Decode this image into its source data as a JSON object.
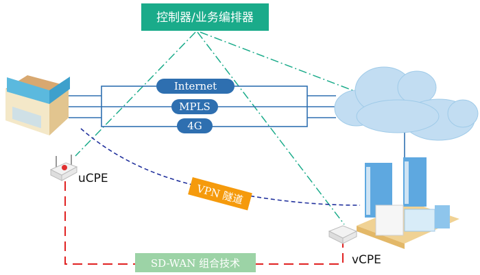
{
  "controller": {
    "label": "控制器/业务编排器",
    "color": "#1aab8a"
  },
  "links": [
    {
      "label": "Internet"
    },
    {
      "label": "MPLS"
    },
    {
      "label": "4G"
    }
  ],
  "link_color": "#2e6fb0",
  "vpn": {
    "label": "VPN 隧道",
    "color": "#f59a0c"
  },
  "sdwan": {
    "label": "SD-WAN 组合技术",
    "color": "#9cd3a6"
  },
  "ucpe": {
    "label": "uCPE"
  },
  "vcpe": {
    "label": "vCPE"
  },
  "branch_icon": "branch-store-icon",
  "cloud_icon": "cloud-icon",
  "datacenter_icon": "enterprise-datacenter-icon",
  "red_dash_color": "#e02020",
  "green_dash_color": "#1aab8a",
  "blue_dash_color": "#1f2f9c"
}
